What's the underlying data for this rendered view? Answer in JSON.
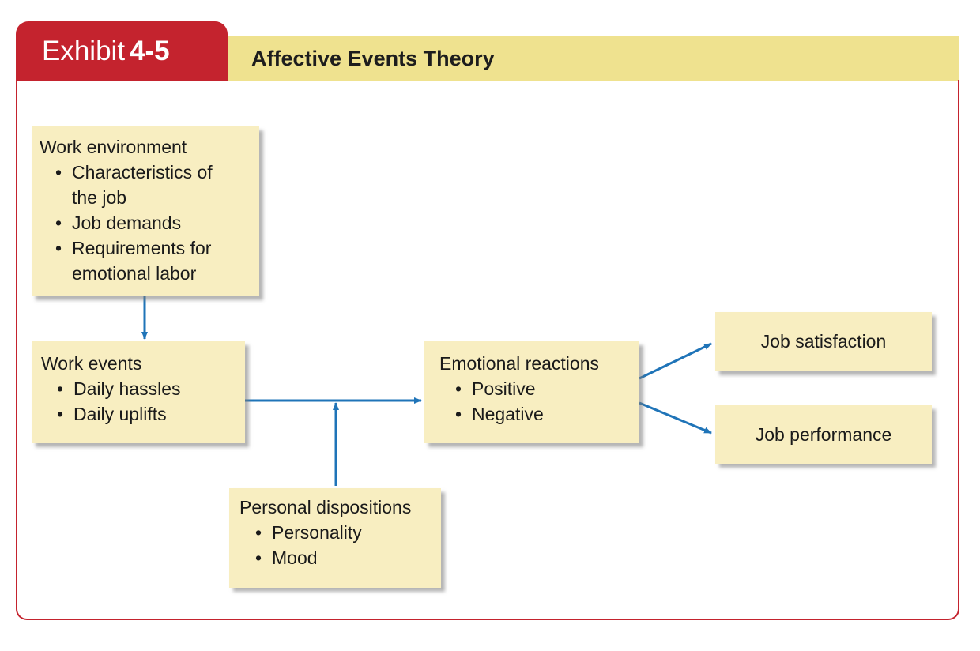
{
  "exhibit": {
    "label": "Exhibit",
    "number": "4-5"
  },
  "title": "Affective Events Theory",
  "colors": {
    "accent_red": "#c4232e",
    "title_band": "#efe28f",
    "box_fill": "#f8eec1",
    "arrow": "#1f74b8"
  },
  "nodes": {
    "work_environment": {
      "heading": "Work environment",
      "items": [
        "Characteristics of",
        "the job",
        "Job demands",
        "Requirements for",
        "emotional labor"
      ]
    },
    "work_events": {
      "heading": "Work events",
      "items": [
        "Daily hassles",
        "Daily uplifts"
      ]
    },
    "personal_dispositions": {
      "heading": "Personal dispositions",
      "items": [
        "Personality",
        "Mood"
      ]
    },
    "emotional_reactions": {
      "heading": "Emotional reactions",
      "items": [
        "Positive",
        "Negative"
      ]
    },
    "job_satisfaction": {
      "label": "Job satisfaction"
    },
    "job_performance": {
      "label": "Job performance"
    }
  },
  "edges": [
    {
      "from": "work_environment",
      "to": "work_events"
    },
    {
      "from": "work_events",
      "to": "emotional_reactions"
    },
    {
      "from": "personal_dispositions",
      "to": "work_events-emotional_reactions link"
    },
    {
      "from": "emotional_reactions",
      "to": "job_satisfaction"
    },
    {
      "from": "emotional_reactions",
      "to": "job_performance"
    }
  ]
}
